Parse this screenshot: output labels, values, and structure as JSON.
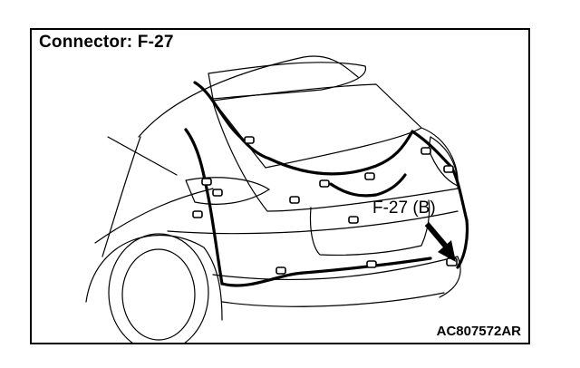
{
  "title": "Connector: F-27",
  "callout": "F-27 (B)",
  "figure_code": "AC807572AR",
  "colors": {
    "line": "#000000",
    "background": "#ffffff"
  }
}
